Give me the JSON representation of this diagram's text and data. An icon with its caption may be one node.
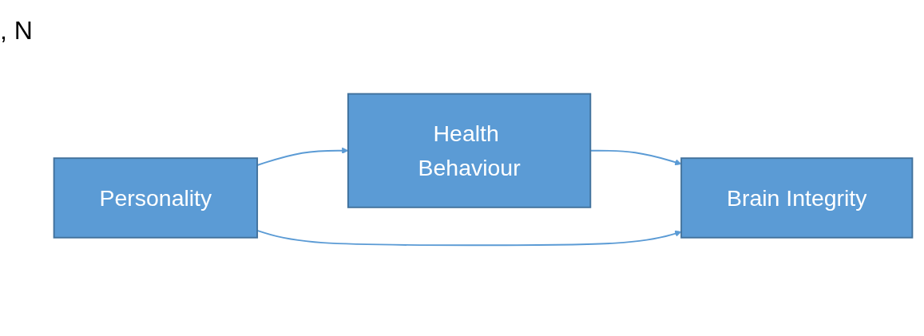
{
  "diagram": {
    "nodes": [
      {
        "text": [
          "Health Behaviour"
        ]
      },
      {
        "text": [
          "Personality"
        ]
      },
      {
        "text": [
          "Brain Integrity"
        ]
      }
    ],
    "edges": [
      {
        "from": 1,
        "to": 0,
        "arrow": "to"
      },
      {
        "from": 0,
        "to": 2,
        "arrow": "to"
      },
      {
        "from": 1,
        "to": 2,
        "arrow": "to"
      }
    ],
    "labels": [
      ", N"
    ]
  }
}
